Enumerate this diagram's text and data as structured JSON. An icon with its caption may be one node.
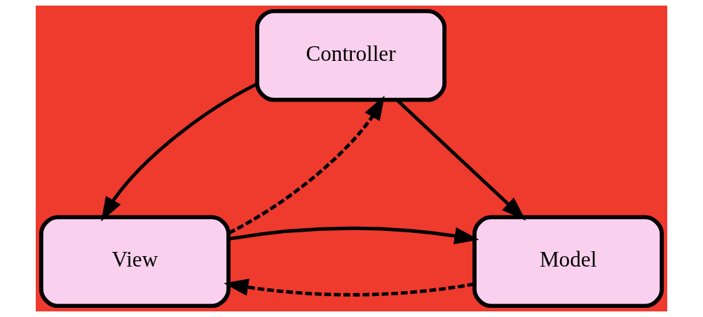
{
  "diagram": {
    "nodes": [
      {
        "text": [
          "Controller"
        ]
      },
      {
        "text": [
          "View"
        ]
      },
      {
        "text": [
          "Model"
        ]
      }
    ],
    "edges": [
      {
        "from": 1,
        "to": 0,
        "arrow": "to",
        "style": "dashed"
      },
      {
        "from": 0,
        "to": 1,
        "arrow": "to"
      },
      {
        "from": 0,
        "to": 2,
        "arrow": "to"
      },
      {
        "from": 2,
        "to": 1,
        "arrow": "to",
        "style": "dashed"
      },
      {
        "from": 1,
        "to": 2,
        "arrow": "to"
      }
    ]
  }
}
